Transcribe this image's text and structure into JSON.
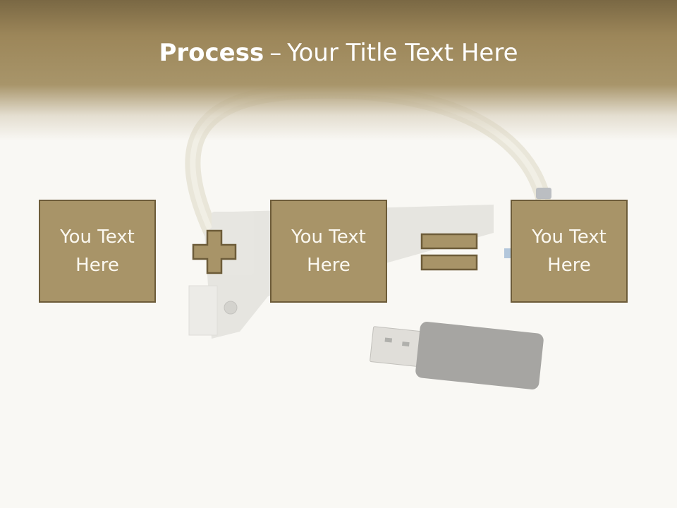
{
  "title": {
    "strong": "Process",
    "separator": "–",
    "rest": "Your Title Text Here"
  },
  "boxes": [
    {
      "text": "You Text Here"
    },
    {
      "text": "You Text Here"
    },
    {
      "text": "You Text Here"
    }
  ],
  "operators": [
    "plus",
    "equals"
  ],
  "colors": {
    "title_band": "#9c8659",
    "box_fill": "#a89468",
    "box_border": "#6d5c39",
    "text": "#ffffff"
  }
}
